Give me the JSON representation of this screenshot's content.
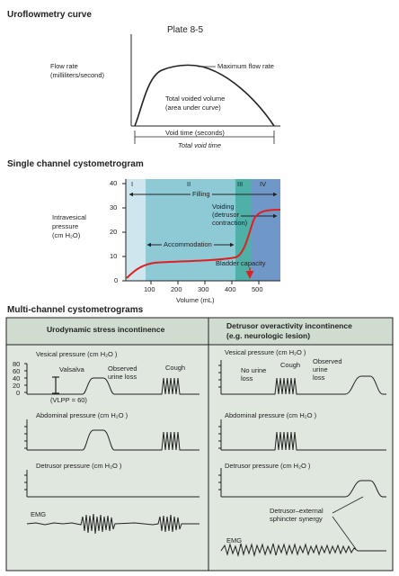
{
  "plate": "Plate 8-5",
  "uroflow": {
    "title": "Uroflowmetry curve",
    "ylabel_line1": "Flow rate",
    "ylabel_line2": "(milliliters/second)",
    "max_label": "Maximum flow rate",
    "area_line1": "Total voided volume",
    "area_line2": "(area under curve)",
    "void_time": "Void time (seconds)",
    "total_void_time": "Total void time"
  },
  "cmg": {
    "title": "Single channel cystometrogram",
    "ylabel_line1": "Intravesical",
    "ylabel_line2": "pressure",
    "ylabel_line3": "(cm H₂O)",
    "xlabel": "Volume (mL)",
    "y_ticks": [
      "40",
      "30",
      "20",
      "10",
      "0"
    ],
    "x_ticks": [
      "100",
      "200",
      "300",
      "400",
      "500"
    ],
    "phases": [
      "I",
      "II",
      "III",
      "IV"
    ],
    "filling": "Filling",
    "accommodation": "Accommodation",
    "voiding_line1": "Voiding",
    "voiding_line2": "(detrusor",
    "voiding_line3": "contraction)",
    "bladder_capacity": "Bladder capacity",
    "colors": {
      "phase1": "#cfe6ee",
      "phase2": "#8ec9d6",
      "phase3": "#4fb0a8",
      "phase4": "#6f98c8",
      "curve": "#e02020"
    }
  },
  "multi": {
    "title": "Multi-channel cystometrograms",
    "left_header": "Urodynamic stress incontinence",
    "right_header_line1": "Detrusor overactivity incontinence",
    "right_header_line2": "(e.g. neurologic lesion)",
    "vesical": "Vesical pressure (cm H₂O )",
    "abdominal": "Abdominal pressure (cm H₂O )",
    "detrusor": "Detrusor pressure (cm H₂O )",
    "emg": "EMG",
    "left_ticks": [
      "80",
      "60",
      "40",
      "20",
      "0"
    ],
    "valsalva": "Valsalva",
    "vlpp": "(VLPP = 60)",
    "observed_line1": "Observed",
    "observed_line2": "urine loss",
    "cough": "Cough",
    "no_urine_line1": "No urine",
    "no_urine_line2": "loss",
    "r_observed_line1": "Observed",
    "r_observed_line2": "urine",
    "r_observed_line3": "loss",
    "synergy_line1": "Detrusor–external",
    "synergy_line2": "sphincter synergy",
    "colors": {
      "panel": "#dfe7df",
      "header": "#cfdccf"
    }
  }
}
